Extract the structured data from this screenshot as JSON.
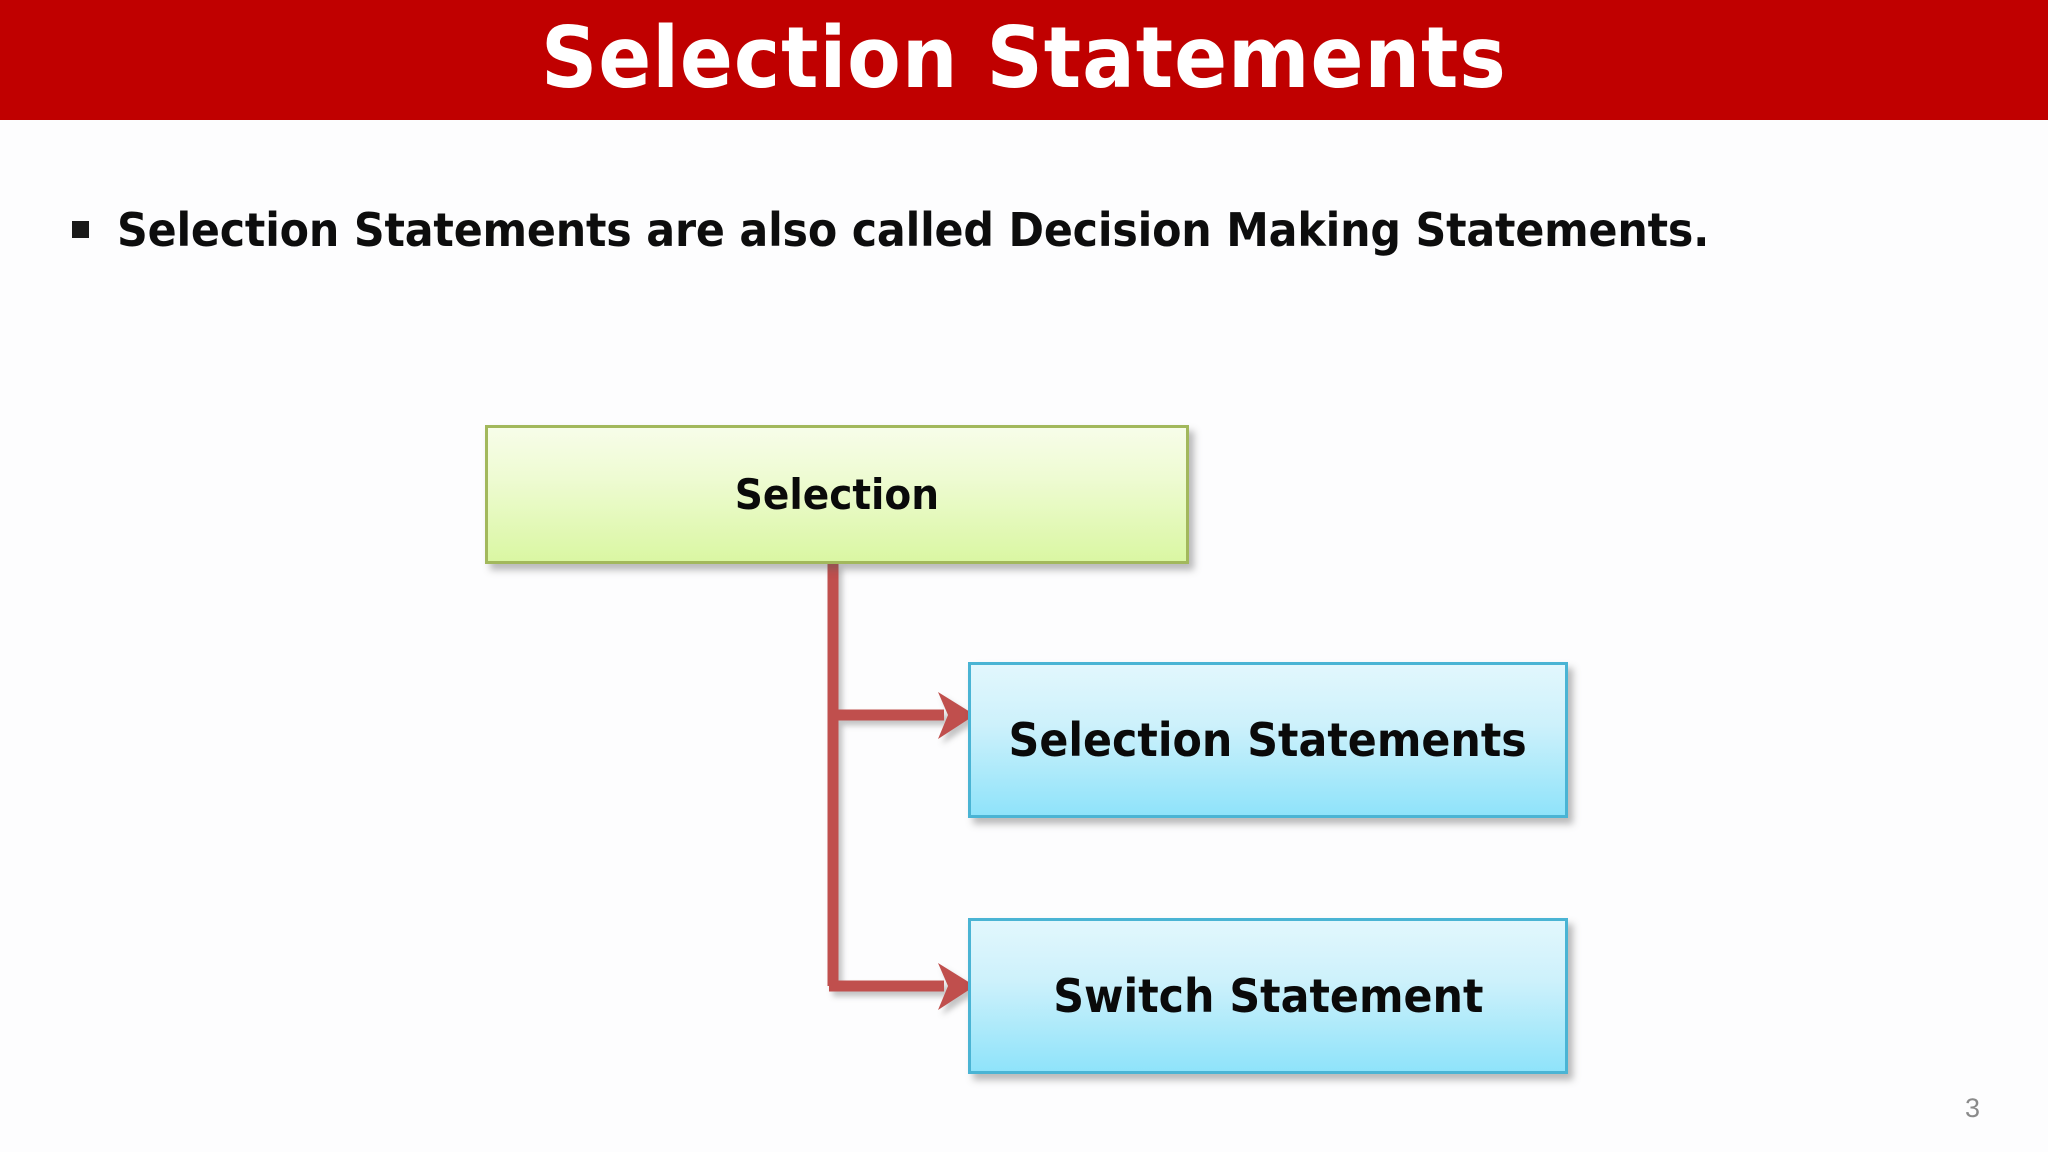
{
  "slide": {
    "title": "Selection Statements",
    "page_number": "3",
    "colors": {
      "banner_red": "#c00000",
      "title_text": "#ffffff",
      "body_background": "#fdfdfe",
      "bullet_text": "#0d0d0d",
      "green_box_border": "#a2b85c",
      "green_box_fill_top": "#f7fde9",
      "green_box_fill_bottom": "#daf7a3",
      "blue_box_border": "#4ab4d4",
      "blue_box_fill_top": "#e2f7fd",
      "blue_box_fill_bottom": "#8fe3fa",
      "connector_red": "#c0504d",
      "page_number_gray": "#8a8a8a"
    }
  },
  "body": {
    "bullets": [
      {
        "marker": "square-bullet",
        "text": "Selection Statements are also called Decision Making Statements."
      }
    ]
  },
  "diagram": {
    "type": "flowchart",
    "parent": {
      "id": "selection",
      "label": "Selection",
      "shape": "rectangle",
      "fill": "green-gradient"
    },
    "children": [
      {
        "id": "selection-statements",
        "label": "Selection Statements",
        "shape": "rectangle",
        "fill": "blue-gradient"
      },
      {
        "id": "switch-statement",
        "label": "Switch Statement",
        "shape": "rectangle",
        "fill": "blue-gradient"
      }
    ],
    "connectors": [
      {
        "from": "selection",
        "to": "selection-statements",
        "style": "elbow-arrow"
      },
      {
        "from": "selection",
        "to": "switch-statement",
        "style": "elbow-arrow"
      }
    ]
  }
}
